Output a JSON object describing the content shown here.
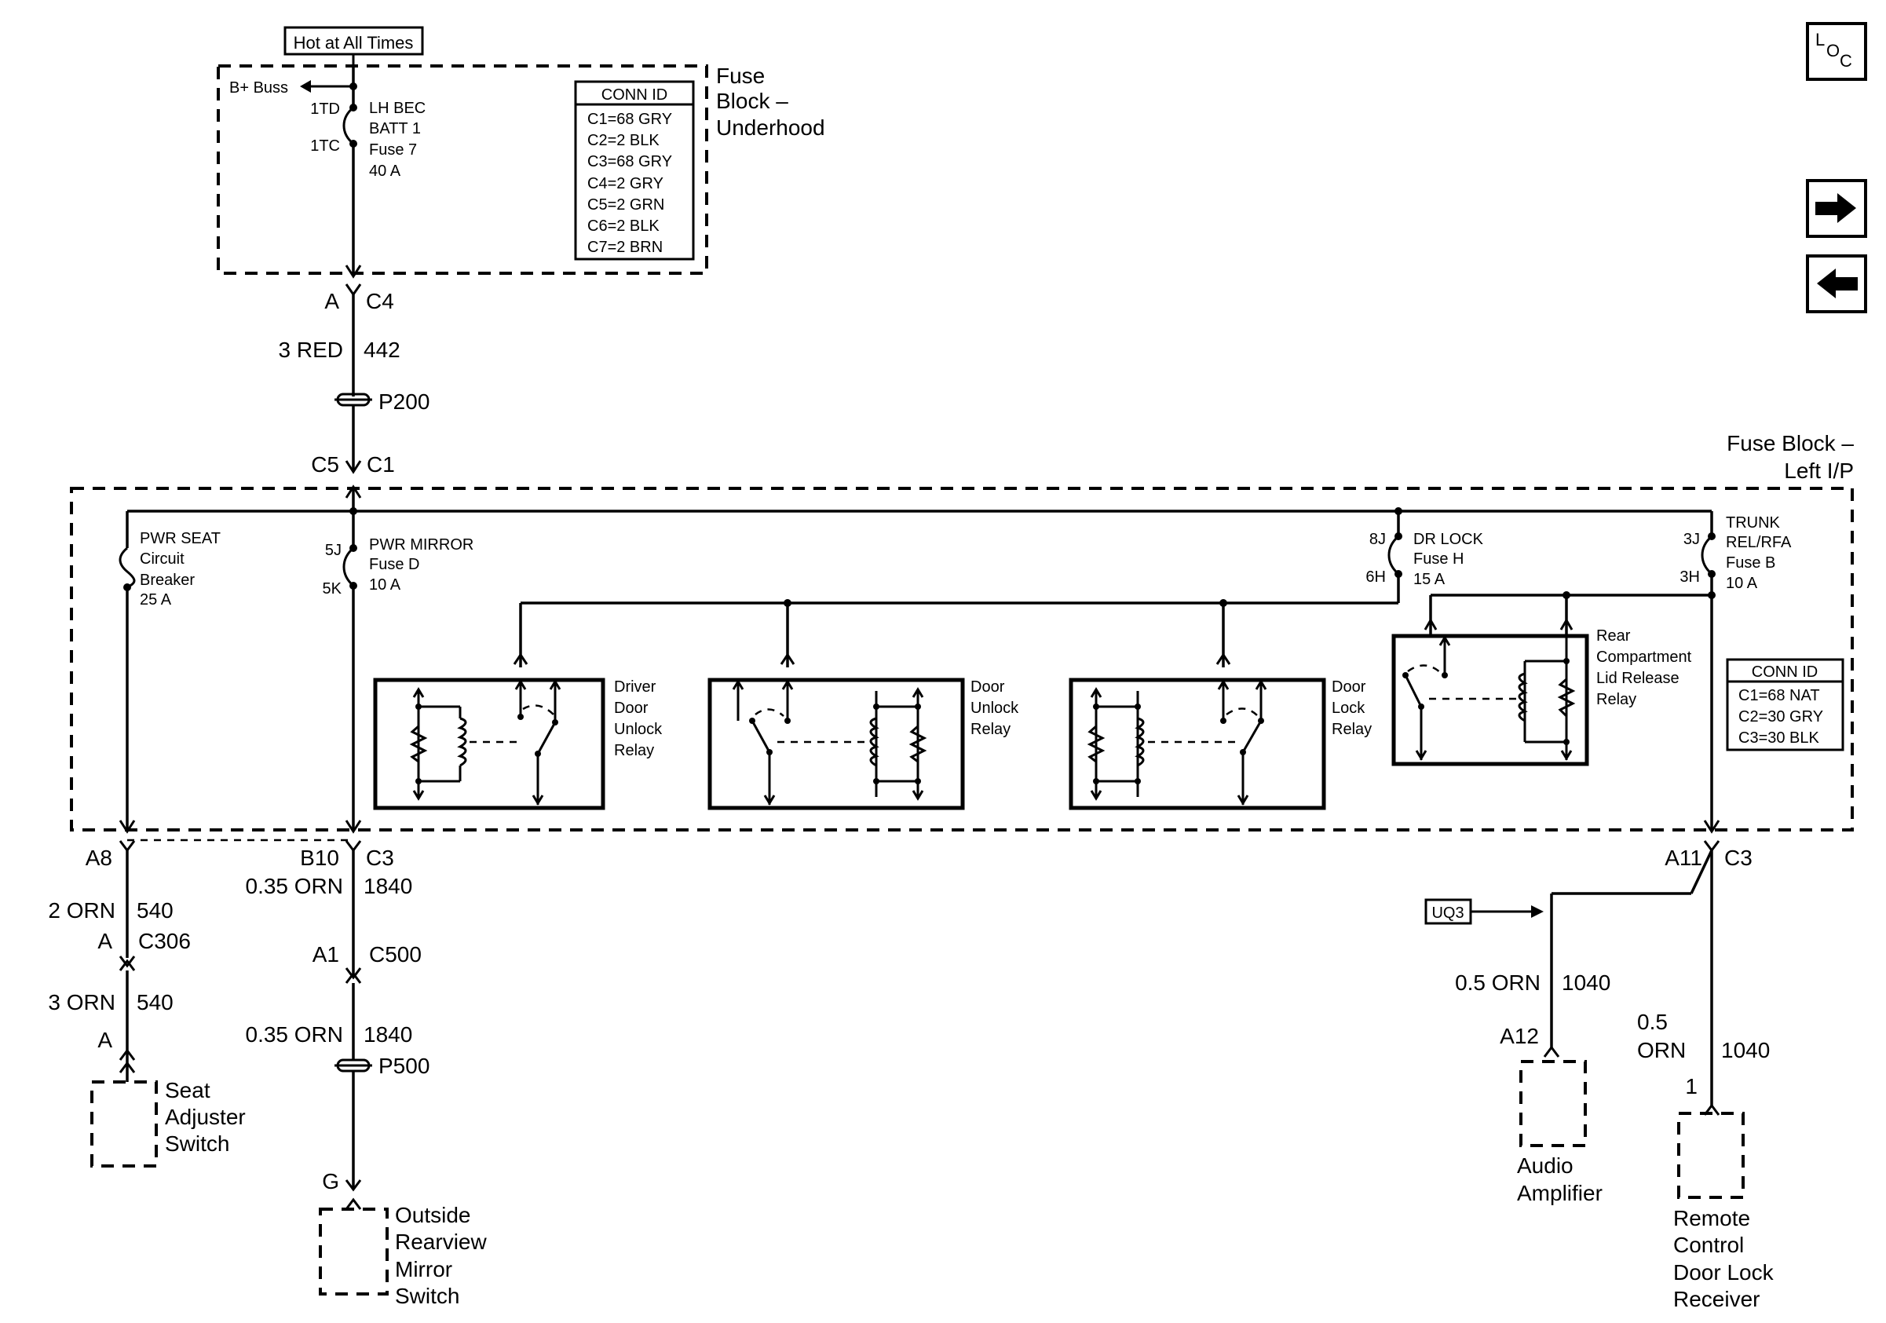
{
  "underhood": {
    "hot_label": "Hot at All Times",
    "title_line1": "Fuse",
    "title_line2": "Block –",
    "title_line3": "Underhood",
    "bplus": "B+ Buss",
    "pin_top": "1TD",
    "pin_bottom": "1TC",
    "fuse_line1": "LH BEC",
    "fuse_line2": "BATT 1",
    "fuse_line3": "Fuse 7",
    "fuse_line4": "40 A",
    "conn_title": "CONN ID",
    "conn": [
      "C1=68 GRY",
      "C2=2 BLK",
      "C3=68 GRY",
      "C4=2 GRY",
      "C5=2 GRN",
      "C6=2 BLK",
      "C7=2 BRN"
    ]
  },
  "feed": {
    "pin_a": "A",
    "conn_c4": "C4",
    "wire_size": "3 RED",
    "circuit": "442",
    "splice": "P200",
    "pin_c5": "C5",
    "conn_c1": "C1"
  },
  "ip_block": {
    "title_line1": "Fuse Block –",
    "title_line2": "Left I/P",
    "seat_fuse": [
      "PWR SEAT",
      "Circuit",
      "Breaker",
      "25 A"
    ],
    "mirror_pin_top": "5J",
    "mirror_pin_bottom": "5K",
    "mirror_fuse": [
      "PWR MIRROR",
      "Fuse D",
      "10 A"
    ],
    "drlock_pin_top": "8J",
    "drlock_pin_bottom": "6H",
    "drlock_fuse": [
      "DR LOCK",
      "Fuse H",
      "15 A"
    ],
    "trunk_pin_top": "3J",
    "trunk_pin_bottom": "3H",
    "trunk_fuse": [
      "TRUNK",
      "REL/RFA",
      "Fuse B",
      "10 A"
    ],
    "relay_driver": [
      "Driver",
      "Door",
      "Unlock",
      "Relay"
    ],
    "relay_unlock": [
      "Door",
      "Unlock",
      "Relay"
    ],
    "relay_lock": [
      "Door",
      "Lock",
      "Relay"
    ],
    "relay_rear": [
      "Rear",
      "Compartment",
      "Lid Release",
      "Relay"
    ],
    "conn_title": "CONN ID",
    "conn": [
      "C1=68 NAT",
      "C2=30 GRY",
      "C3=30 BLK"
    ]
  },
  "seat_circuit": {
    "pin_a8": "A8",
    "wire1_size": "2 ORN",
    "wire1_circuit": "540",
    "pin_a1": "A",
    "conn_c306": "C306",
    "wire2_size": "3 ORN",
    "wire2_circuit": "540",
    "pin_a2": "A",
    "component": [
      "Seat",
      "Adjuster",
      "Switch"
    ]
  },
  "mirror_circuit": {
    "pin_b10": "B10",
    "conn_c3": "C3",
    "wire1_size": "0.35 ORN",
    "wire1_circuit": "1840",
    "pin_a1": "A1",
    "conn_c500": "C500",
    "wire2_size": "0.35 ORN",
    "wire2_circuit": "1840",
    "splice": "P500",
    "pin_g": "G",
    "component": [
      "Outside",
      "Rearview",
      "Mirror",
      "Switch"
    ]
  },
  "trunk_circuit": {
    "pin_a11": "A11",
    "conn_c3": "C3",
    "option": "UQ3",
    "amp_wire_size": "0.5 ORN",
    "amp_wire_circuit": "1040",
    "amp_pin": "A12",
    "amp_component": [
      "Audio",
      "Amplifier"
    ],
    "rcdl_wire_size_line1": "0.5",
    "rcdl_wire_size_line2": "ORN",
    "rcdl_wire_circuit": "1040",
    "rcdl_pin": "1",
    "rcdl_component": [
      "Remote",
      "Control",
      "Door Lock",
      "Receiver"
    ]
  },
  "nav": {
    "loc_l": "L",
    "loc_o": "O",
    "loc_c": "C",
    "next_icon": "arrow-right-icon",
    "prev_icon": "arrow-left-icon"
  }
}
